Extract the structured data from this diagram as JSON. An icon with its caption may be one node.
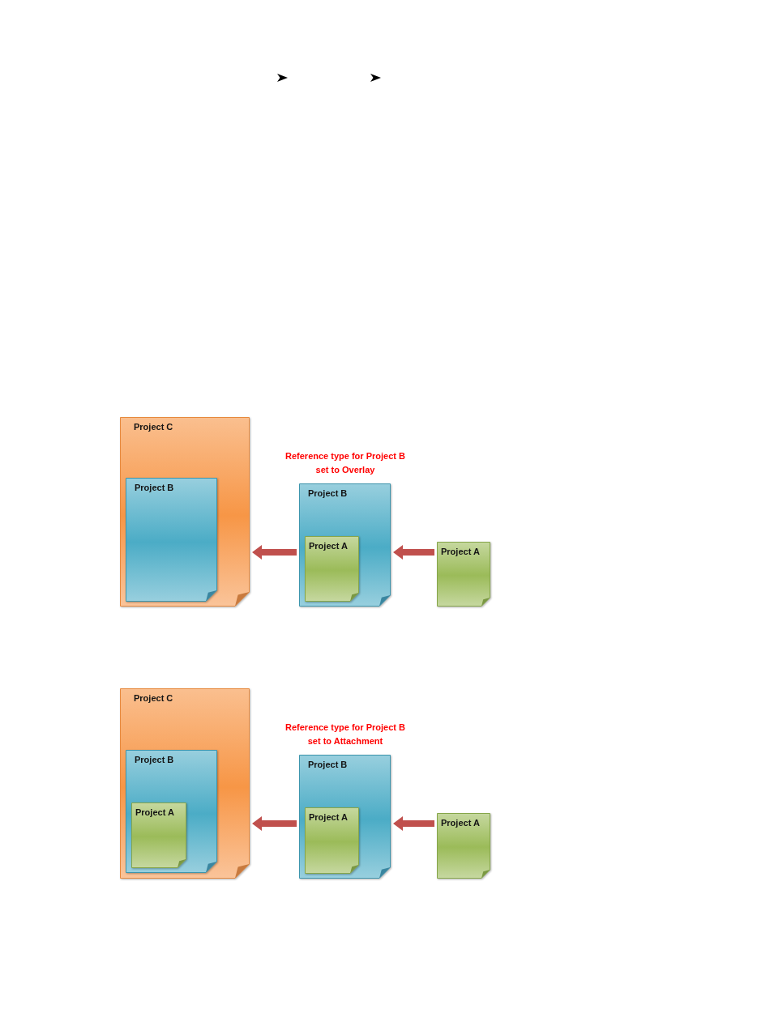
{
  "diagram": {
    "nodes": [
      {
        "text": [
          "Project C"
        ]
      },
      {
        "text": [
          "Project B"
        ],
        "in": 0
      },
      {
        "text": [
          "Project B"
        ]
      },
      {
        "text": [
          "Project A"
        ],
        "in": 2
      },
      {
        "text": [
          "Project A"
        ]
      },
      {
        "text": [
          "Project C"
        ]
      },
      {
        "text": [
          "Project B"
        ],
        "in": 5
      },
      {
        "text": [
          "Project A"
        ],
        "in": 6
      },
      {
        "text": [
          "Project B"
        ]
      },
      {
        "text": [
          "Project A"
        ],
        "in": 8
      },
      {
        "text": [
          "Project A"
        ]
      }
    ],
    "edges": [
      {
        "from": 2,
        "to": 0,
        "arrow": "to"
      },
      {
        "from": 4,
        "to": 2,
        "arrow": "to"
      },
      {
        "from": 8,
        "to": 5,
        "arrow": "to"
      },
      {
        "from": 10,
        "to": 8,
        "arrow": "to"
      }
    ],
    "labels": [
      "Reference type for Project B set to Overlay",
      "Reference type for Project B set to Attachment"
    ]
  }
}
